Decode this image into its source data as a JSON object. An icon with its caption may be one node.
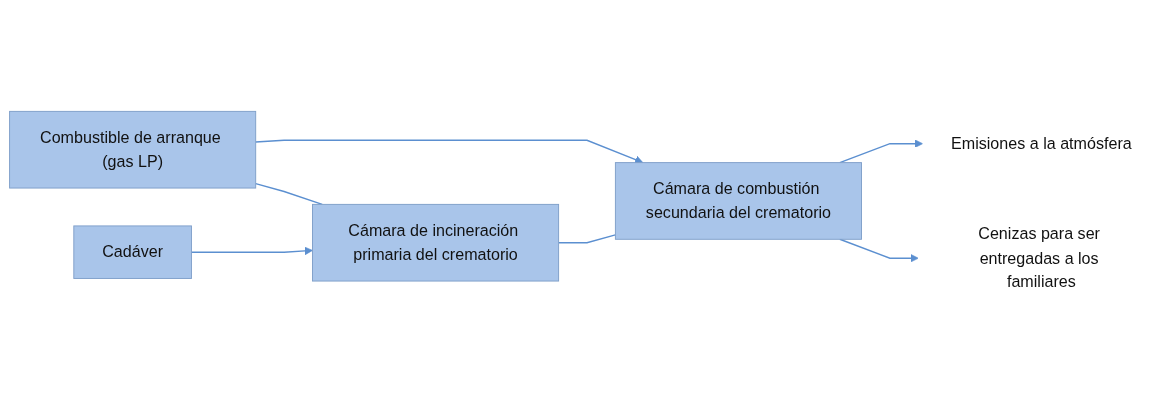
{
  "diagram": {
    "nodes": [
      {
        "text": [
          "Combustible de arranque (gas LP)"
        ]
      },
      {
        "text": [
          "Cámara de incineración primaria del crematorio"
        ]
      },
      {
        "text": [
          "Cámara de combustión secundaria del crematorio"
        ]
      },
      {
        "text": [
          "Cadáver"
        ]
      },
      {
        "text": [
          "Emisiones a la atmósfera"
        ]
      },
      {
        "text": [
          "Cenizas para ser entregadas a los familiares"
        ]
      }
    ],
    "edges": [
      {
        "from": 0,
        "to": 2,
        "arrow": "to"
      },
      {
        "from": 0,
        "to": 1,
        "arrow": "none"
      },
      {
        "from": 3,
        "to": 1,
        "arrow": "to"
      },
      {
        "from": 1,
        "to": 2,
        "arrow": "none"
      },
      {
        "from": 2,
        "to": 4,
        "arrow": "to"
      },
      {
        "from": 2,
        "to": 5,
        "arrow": "to"
      }
    ]
  }
}
